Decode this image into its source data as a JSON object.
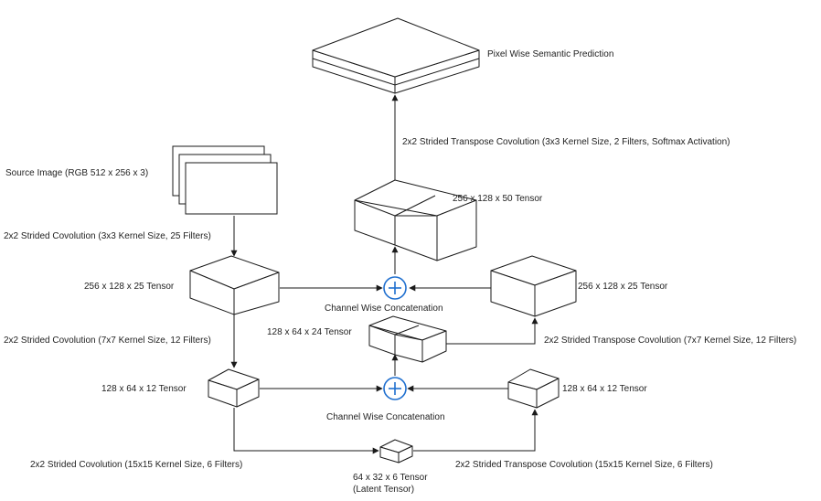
{
  "nodes": {
    "source_image": "Source Image (RGB 512 x 256 x 3)",
    "prediction": "Pixel Wise Semantic Prediction",
    "enc1_tensor": "256 x 128 x 25 Tensor",
    "enc2_tensor": "128 x 64 x 12 Tensor",
    "latent_tensor": "64 x 32 x 6 Tensor",
    "latent_sub": "(Latent Tensor)",
    "dec2_tensor": "128 x 64 x 12 Tensor",
    "dec1_tensor": "256 x 128 x 25 Tensor",
    "concat2_tensor": "128 x 64 x 24 Tensor",
    "concat1_tensor": "256 x 128 x 50 Tensor",
    "concat1_label": "Channel Wise Concatenation",
    "concat2_label": "Channel Wise Concatenation"
  },
  "edges": {
    "enc_conv1": "2x2 Strided Covolution (3x3 Kernel Size, 25 Filters)",
    "enc_conv2": "2x2 Strided Covolution (7x7 Kernel Size, 12 Filters)",
    "enc_conv3": "2x2 Strided Covolution (15x15 Kernel Size, 6 Filters)",
    "dec_tconv3": "2x2 Strided Transpose Covolution (15x15 Kernel Size, 6 Filters)",
    "dec_tconv2": "2x2 Strided Transpose Covolution (7x7 Kernel Size, 12 Filters)",
    "out_tconv": "2x2 Strided Transpose Covolution (3x3 Kernel Size, 2 Filters, Softmax Activation)"
  }
}
